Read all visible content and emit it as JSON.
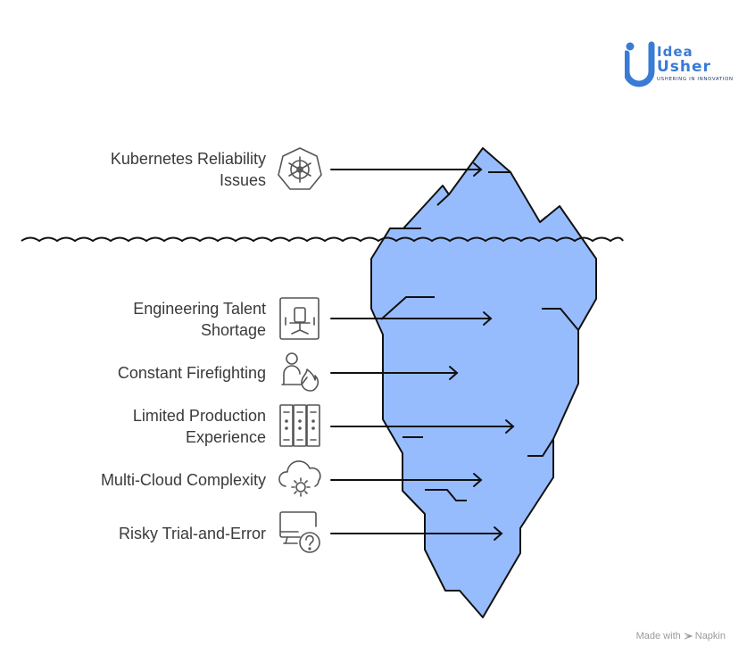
{
  "logo": {
    "line1": "Idea",
    "line2": "Usher",
    "tagline": "USHERING IN INNOVATION"
  },
  "items": [
    {
      "label": "Kubernetes Reliability\nIssues",
      "icon": "kubernetes-helm-icon"
    },
    {
      "label": "Engineering Talent\nShortage",
      "icon": "empty-chair-icon"
    },
    {
      "label": "Constant Firefighting",
      "icon": "person-fire-icon"
    },
    {
      "label": "Limited Production\nExperience",
      "icon": "server-rack-icon"
    },
    {
      "label": "Multi-Cloud Complexity",
      "icon": "cloud-gear-icon"
    },
    {
      "label": "Risky Trial-and-Error",
      "icon": "monitor-question-icon"
    }
  ],
  "footer": {
    "made_with": "Made with",
    "brand": "Napkin"
  },
  "colors": {
    "iceberg": "#97bcfd",
    "outline": "#111111",
    "text": "#3a3a3a",
    "brand_blue": "#3a7bd5"
  }
}
